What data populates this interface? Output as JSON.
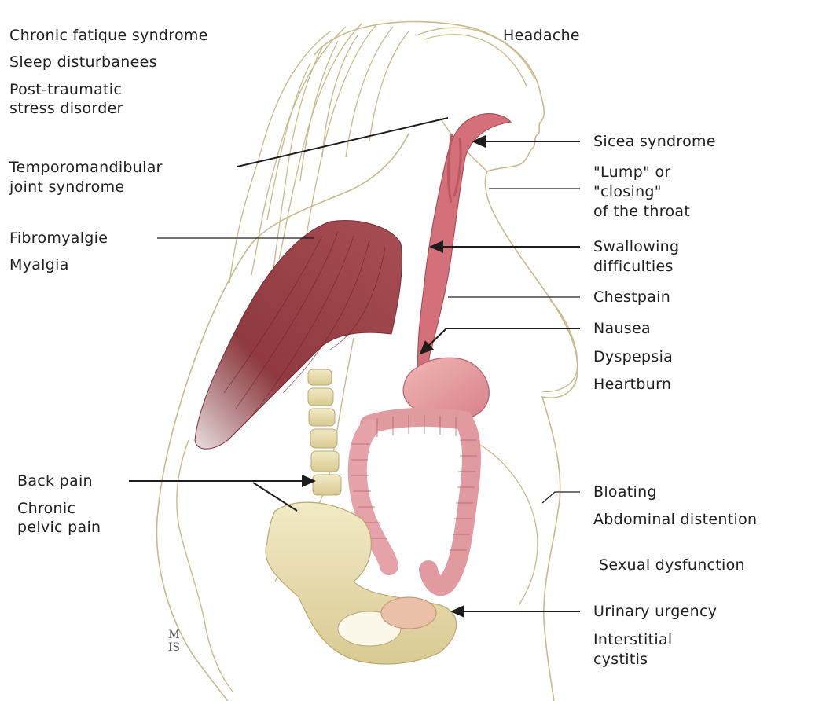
{
  "labels": {
    "chronic_fatigue": "Chronic fatique syndrome",
    "sleep": "Sleep disturbanees",
    "ptsd_1": "Post-traumatic",
    "ptsd_2": "stress disorder",
    "tmj_1": "Temporomandibular",
    "tmj_2": "joint syndrome",
    "fibromyalgia": "Fibromyalgie",
    "myalgia": "Myalgia",
    "back_pain": "Back pain",
    "pelvic_1": "Chronic",
    "pelvic_2": "pelvic pain",
    "headache": "Headache",
    "sicca": "Sicea syndrome",
    "lump_1": "\"Lump\" or",
    "lump_2": "\"closing\"",
    "lump_3": "of the throat",
    "swallow_1": "Swallowing",
    "swallow_2": "difficulties",
    "chestpain": "Chestpain",
    "nausea": "Nausea",
    "dyspepsia": "Dyspepsia",
    "heartburn": "Heartburn",
    "bloating": "Bloating",
    "abdominal": "Abdominal distention",
    "sexual": "Sexual dysfunction",
    "urinary": "Urinary urgency",
    "cystitis_1": "Interstitial",
    "cystitis_2": "cystitis",
    "signature": "M\nIS"
  },
  "colors": {
    "outline": "#c9b98a",
    "muscle": "#a0444a",
    "muscle_dark": "#7a2a30",
    "gut": "#e8a0a0",
    "gut_dark": "#c8707a",
    "bone": "#ece1b0",
    "bone_dark": "#b9a870",
    "leader": "#1d1d1d"
  }
}
